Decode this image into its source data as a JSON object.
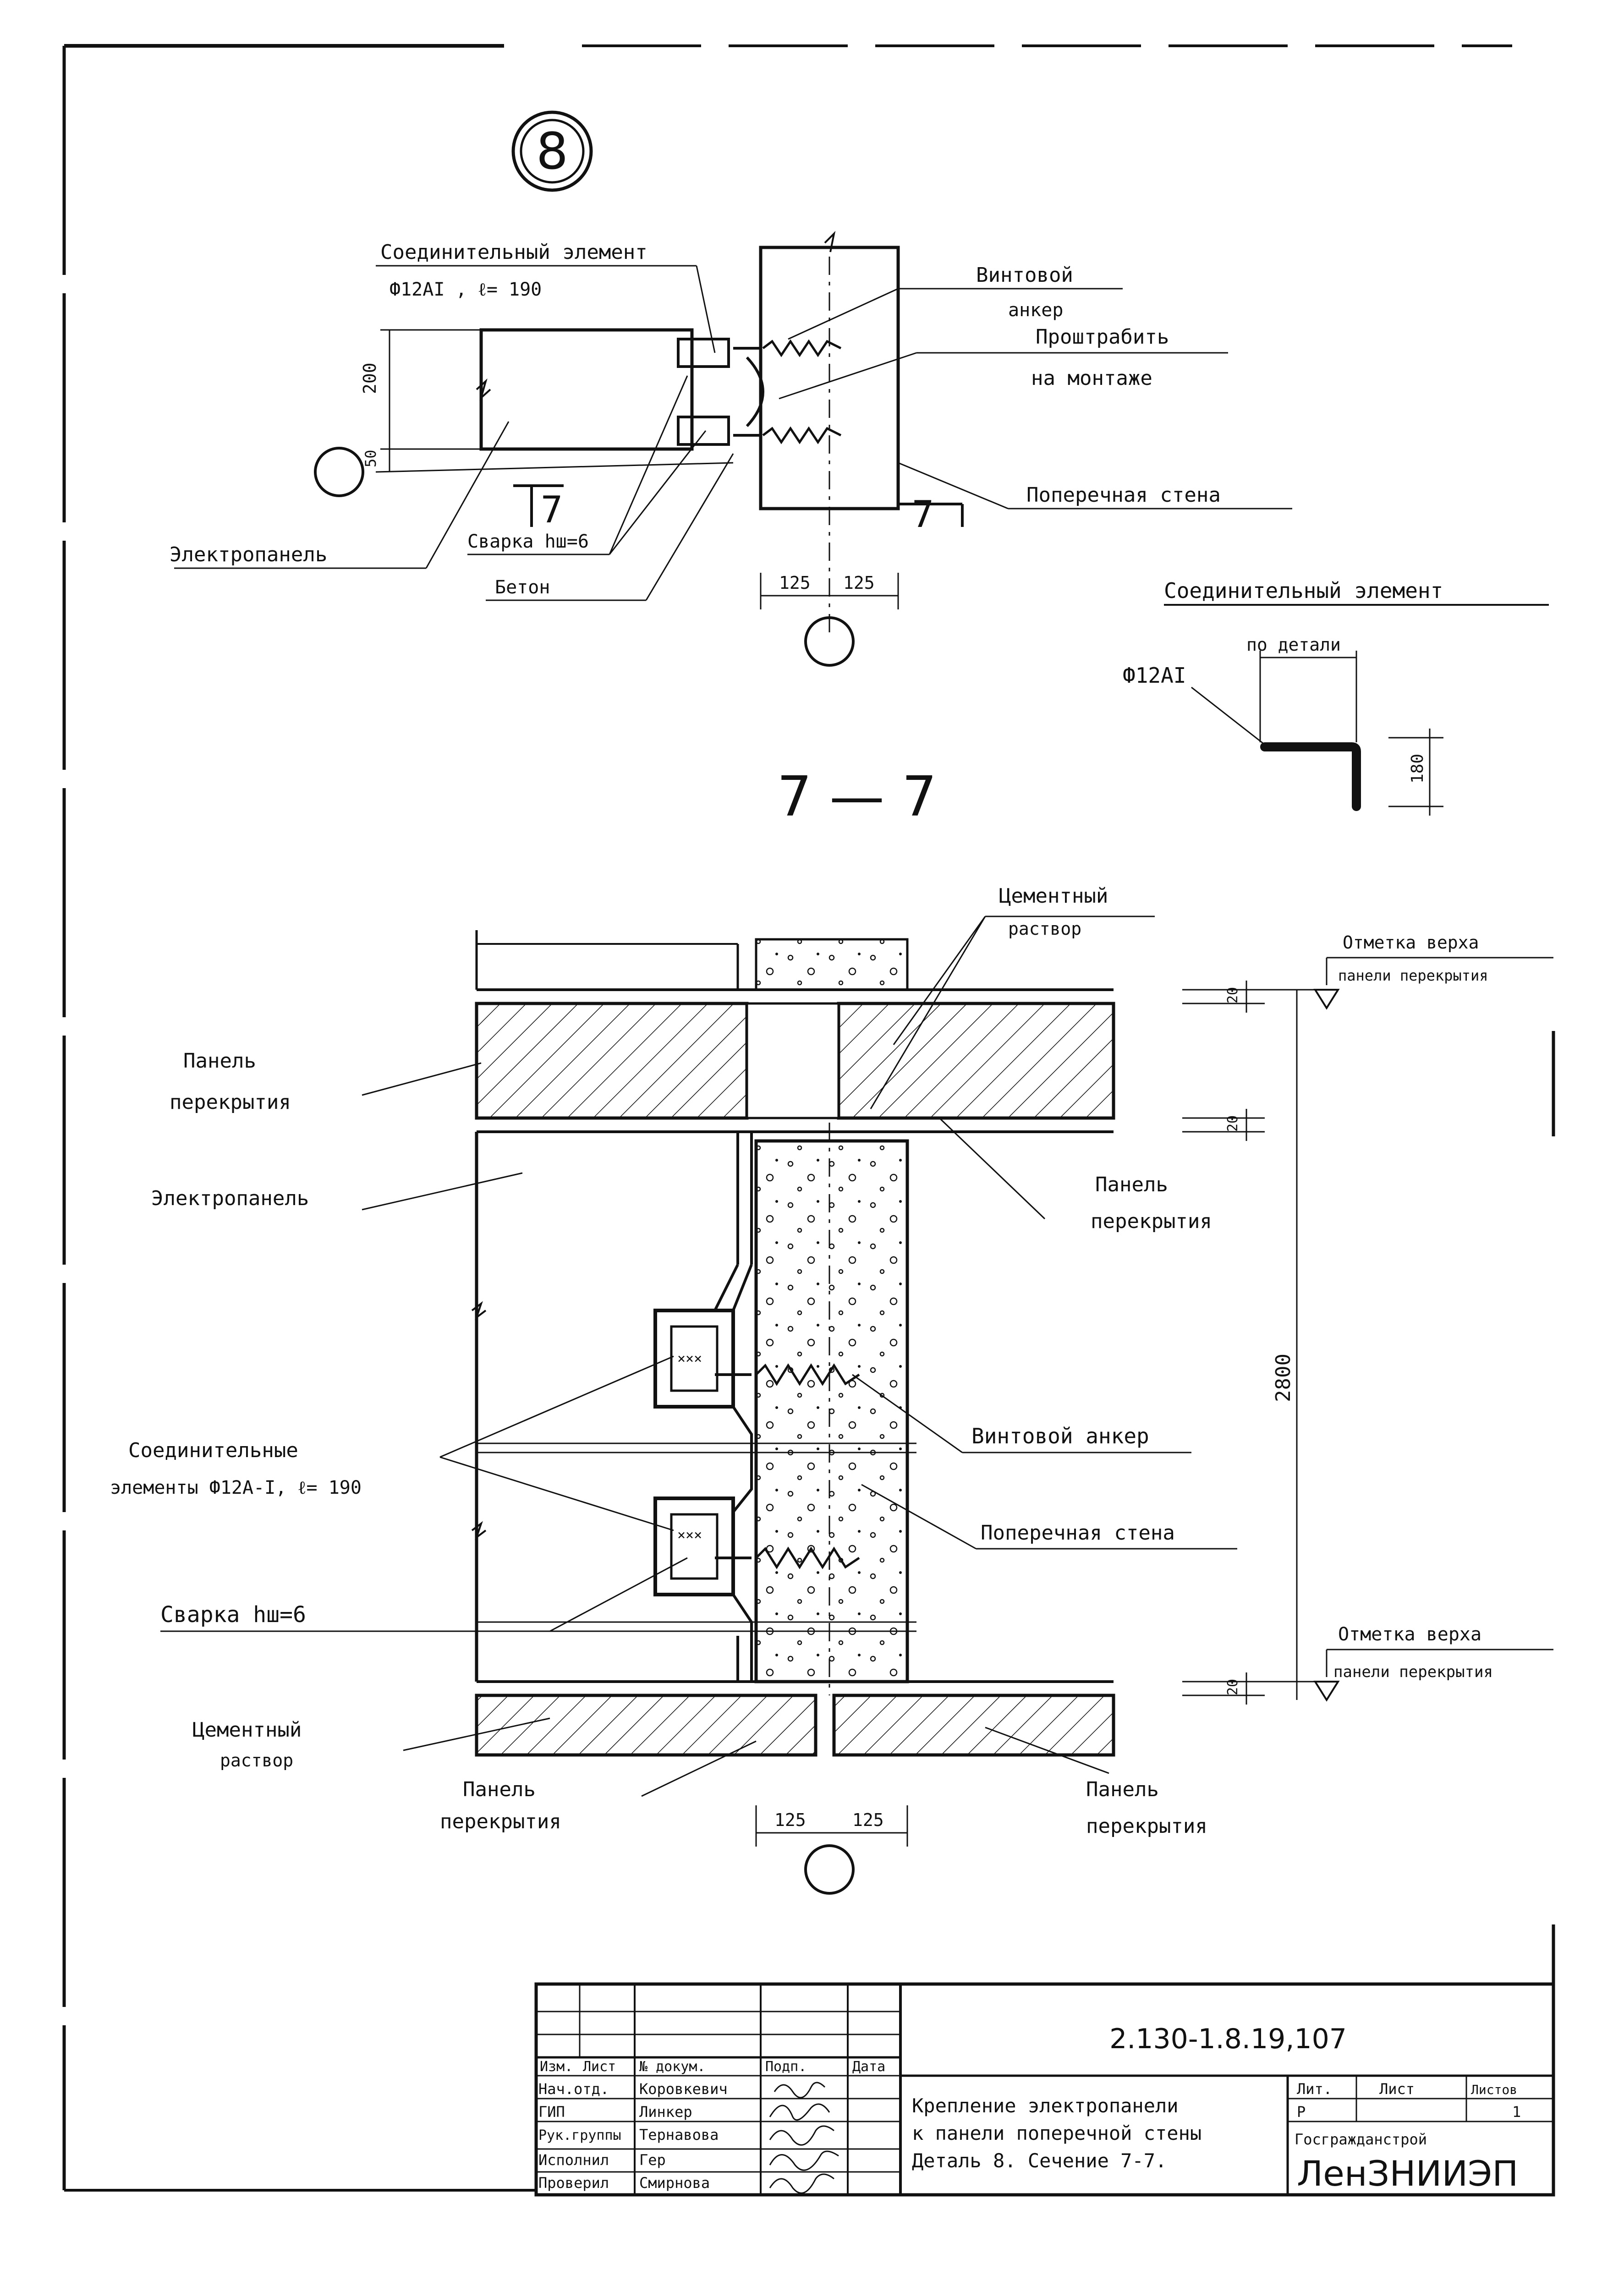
{
  "detail_number": "8",
  "section_label": "7 — 7",
  "cut_mark": "7",
  "top_view": {
    "connector_label_line1": "Соединительный элемент",
    "connector_label_line2": "Ф12АI , ℓ= 190",
    "screw_anchor_line1": "Винтовой",
    "screw_anchor_line2": "анкер",
    "note_line1": "Проштрабить",
    "note_line2": "на монтаже",
    "cross_wall": "Поперечная стена",
    "electropanel": "Электропанель",
    "welding": "Сварка hш=6",
    "concrete": "Бетон",
    "dim_200": "200",
    "dim_50": "50",
    "dim_125a": "125",
    "dim_125b": "125"
  },
  "connector_detail": {
    "title": "Соединительный элемент",
    "by_detail": "по детали",
    "bar": "Ф12АI",
    "dim_180": "180"
  },
  "section": {
    "cement_mortar_top_line1": "Цементный",
    "cement_mortar_top_line2": "раствор",
    "level_top_line1": "Отметка верха",
    "level_top_line2": "панели перекрытия",
    "floor_panel_left_line1": "Панель",
    "floor_panel_left_line2": "перекрытия",
    "electropanel": "Электропанель",
    "floor_panel_right_line1": "Панель",
    "floor_panel_right_line2": "перекрытия",
    "connectors_line1": "Соединительные",
    "connectors_line2": "элементы Ф12А-I, ℓ= 190",
    "screw_anchor": "Винтовой анкер",
    "cross_wall": "Поперечная стена",
    "welding": "Сварка hш=6",
    "level_bottom_line1": "Отметка верха",
    "level_bottom_line2": "панели перекрытия",
    "cement_mortar_bottom_line1": "Цементный",
    "cement_mortar_bottom_line2": "раствор",
    "floor_panel_bottom_left_line1": "Панель",
    "floor_panel_bottom_left_line2": "перекрытия",
    "floor_panel_bottom_right_line1": "Панель",
    "floor_panel_bottom_right_line2": "перекрытия",
    "dim_2800": "2800",
    "dim_20a": "20",
    "dim_20b": "20",
    "dim_20c": "20",
    "dim_125a": "125",
    "dim_125b": "125"
  },
  "title_block": {
    "doc_code": "2.130-1.8.19,107",
    "headers": [
      "Изм.",
      "Лист",
      "№ докум.",
      "Подп.",
      "Дата"
    ],
    "rows": [
      {
        "role": "Нач.отд.",
        "name": "Коровкевич"
      },
      {
        "role": "ГИП",
        "name": "Линкер"
      },
      {
        "role": "Рук.группы",
        "name": "Тернавова"
      },
      {
        "role": "Исполнил",
        "name": "Гер"
      },
      {
        "role": "Проверил",
        "name": "Смирнова"
      }
    ],
    "description_line1": "Крепление электропанели",
    "description_line2": "к панели поперечной стены",
    "description_line3": "Деталь 8.  Сечение 7-7.",
    "stage_header": "Лит.",
    "sheet_header": "Лист",
    "sheets_header": "Листов",
    "stage_value": "Р",
    "sheet_value": "1",
    "org_line1": "Госгражданстрой",
    "org_line2": "ЛенЗНИИЭП"
  }
}
